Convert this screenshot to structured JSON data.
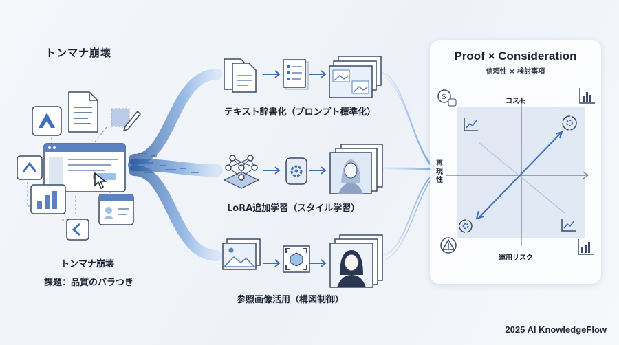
{
  "left": {
    "title": "トンマナ崩壊",
    "caption_line1": "トンマナ崩壊",
    "caption_line2": "課題：品質のバラつき"
  },
  "routes": [
    {
      "label": "テキスト辞書化（プロンプト標準化）"
    },
    {
      "label": "LoRA追加学習（スタイル学習）"
    },
    {
      "label": "参照画像活用（構図制御）"
    }
  ],
  "panel": {
    "title": "Proof × Consideration",
    "subtitle": "信頼性 × 検討事項",
    "axis_top": "コスト",
    "axis_left": "再現性",
    "axis_bottom": "運用リスク"
  },
  "footer": "2025 AI KnowledgeFlow",
  "colors": {
    "accent": "#3f6fb8",
    "light": "#9ec1ec",
    "ink": "#1c2333"
  },
  "icons": [
    "logo-icon",
    "document-icon",
    "pencil-icon",
    "browser-window-icon",
    "chart-icon",
    "profile-card-icon",
    "arrow-app-icon",
    "cursor-icon",
    "documents-stack-icon",
    "list-icon",
    "images-stack-icon",
    "neural-network-icon",
    "gear-chip-icon",
    "portrait-cards-icon",
    "landscape-image-icon",
    "focus-frame-icon",
    "woman-portrait-icon",
    "money-icon",
    "bar-chart-icon",
    "trend-icon",
    "gear-cycle-icon",
    "recycle-gear-icon",
    "warning-icon"
  ]
}
